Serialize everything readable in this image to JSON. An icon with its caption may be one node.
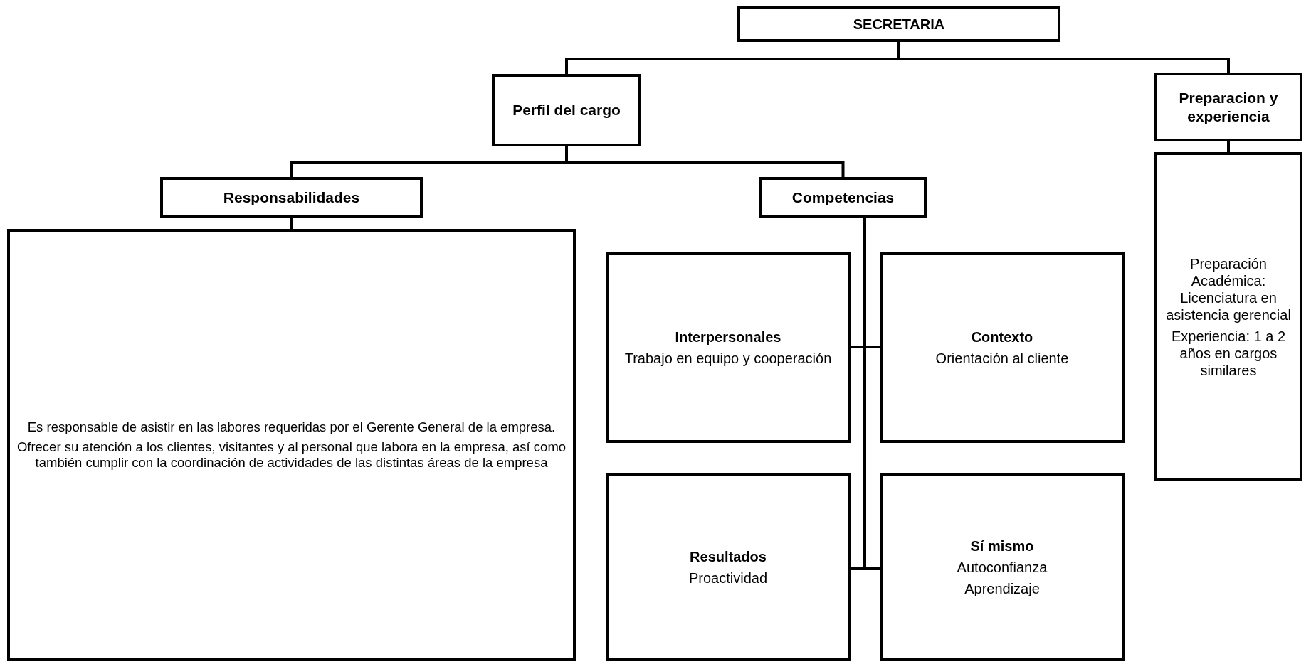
{
  "diagram": {
    "nodes": [
      {
        "text": [
          "SECRETARIA"
        ]
      },
      {
        "text": [
          "Perfil del cargo"
        ]
      },
      {
        "text": [
          "Preparacion y experiencia"
        ]
      },
      {
        "text": [
          "Responsabilidades"
        ]
      },
      {
        "text": [
          "Competencias"
        ]
      },
      {
        "text": [
          "Es responsable de asistir en las labores requeridas por el Gerente General de la empresa.",
          "Ofrecer su atención a los clientes, visitantes y al personal que labora en la empresa, así como también cumplir con la coordinación de actividades de las distintas áreas de la empresa"
        ]
      },
      {
        "text": [
          "Interpersonales",
          "Trabajo en equipo y cooperación"
        ]
      },
      {
        "text": [
          "Contexto",
          "Orientación al cliente"
        ]
      },
      {
        "text": [
          "Resultados",
          "Proactividad"
        ]
      },
      {
        "text": [
          "Sí mismo",
          "Autoconfianza",
          "Aprendizaje"
        ]
      },
      {
        "text": [
          "Preparación Académica: Licenciatura en asistencia gerencial",
          "Experiencia:   1 a 2 años en cargos similares"
        ]
      }
    ],
    "edges": [
      {
        "from": 0,
        "to": 1,
        "arrow": "none"
      },
      {
        "from": 0,
        "to": 2,
        "arrow": "none"
      },
      {
        "from": 1,
        "to": 3,
        "arrow": "none"
      },
      {
        "from": 1,
        "to": 4,
        "arrow": "none"
      },
      {
        "from": 3,
        "to": 5,
        "arrow": "none"
      },
      {
        "from": 4,
        "to": 6,
        "arrow": "none"
      },
      {
        "from": 4,
        "to": 7,
        "arrow": "none"
      },
      {
        "from": 4,
        "to": 8,
        "arrow": "none"
      },
      {
        "from": 4,
        "to": 9,
        "arrow": "none"
      },
      {
        "from": 2,
        "to": 10,
        "arrow": "none"
      }
    ]
  }
}
